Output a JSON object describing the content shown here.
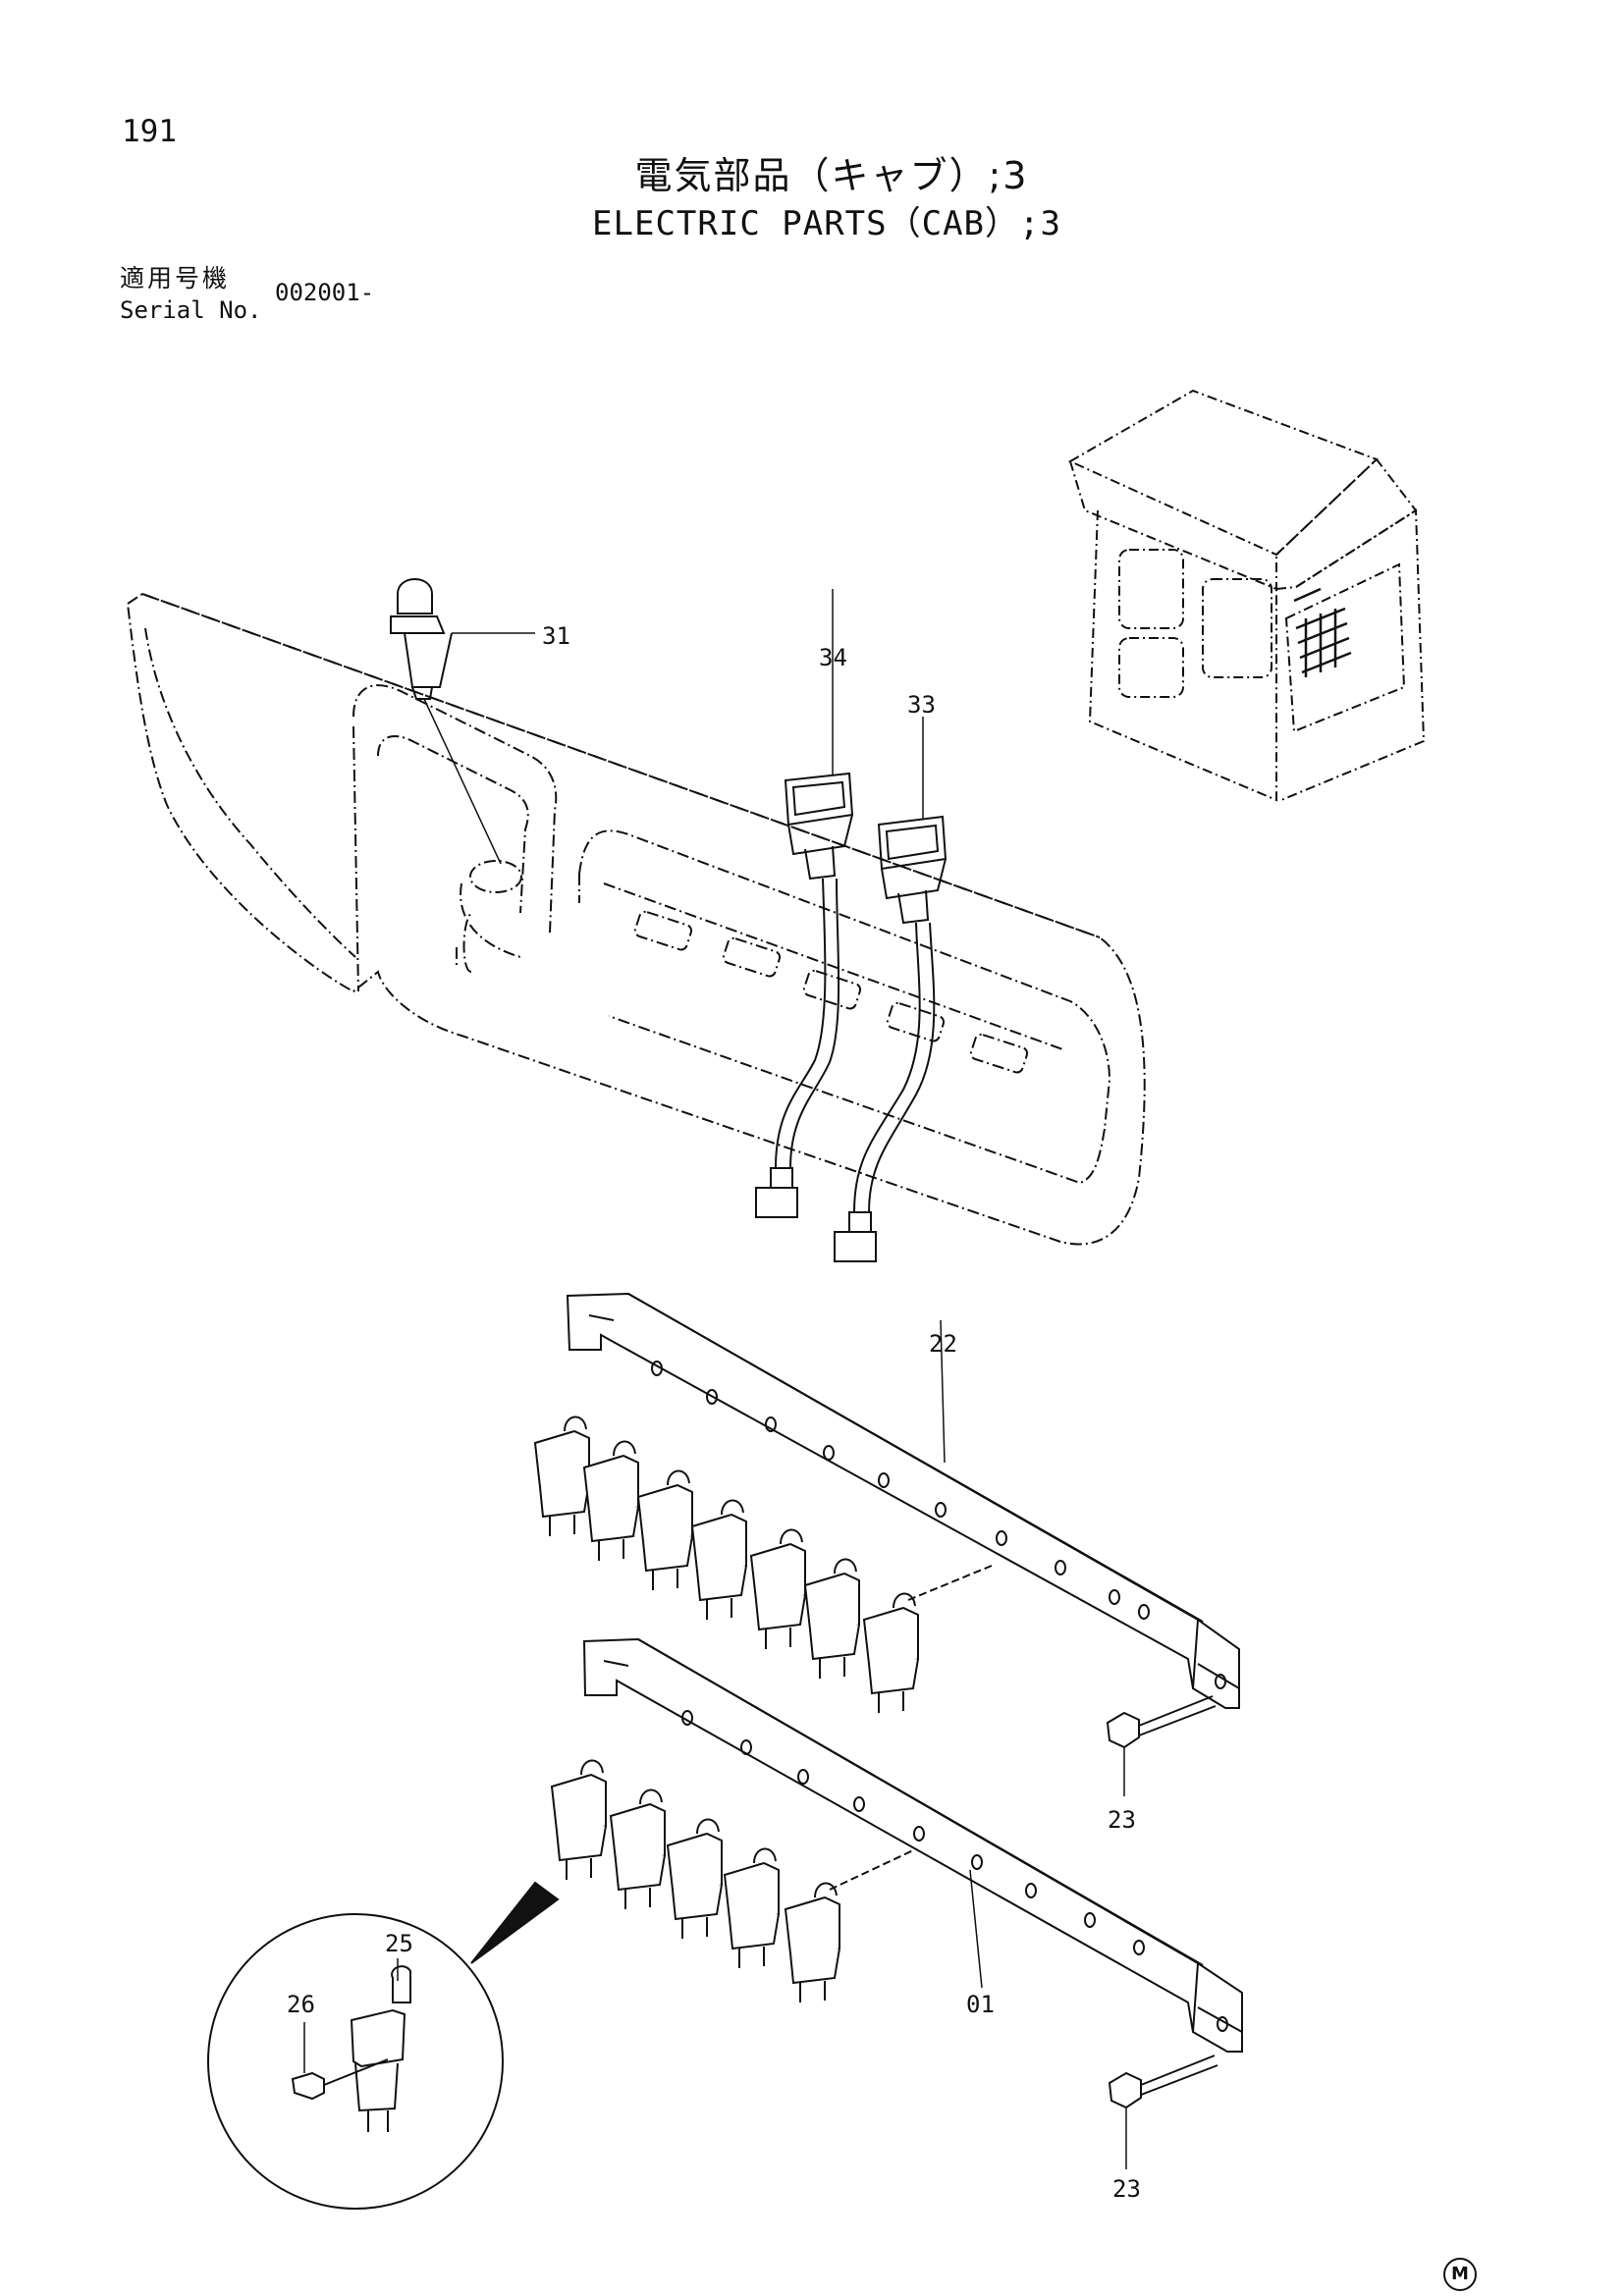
{
  "page_number": "191",
  "title_jp": "電気部品（キャブ）;3",
  "title_en": "ELECTRIC PARTS（CAB）;3",
  "serial_label_jp": "適用号機",
  "serial_label_en": "Serial No.",
  "serial_value": "002001-",
  "callouts": {
    "c31": "31",
    "c34": "34",
    "c33": "33",
    "c22": "22",
    "c23a": "23",
    "c25": "25",
    "c26": "26",
    "c01": "01",
    "c23b": "23"
  },
  "mark": "M"
}
